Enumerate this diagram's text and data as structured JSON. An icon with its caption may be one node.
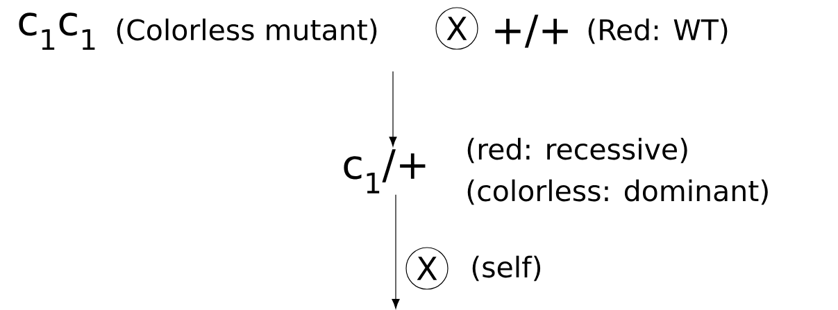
{
  "diagram": {
    "nodes": [
      {
        "text": [
          "c$_{1}$c$_{1}$"
        ],
        "beside": [
          "(Colorless mutant)"
        ]
      },
      {
        "text": [
          "X"
        ]
      },
      {
        "text": [
          "+/+"
        ],
        "beside": [
          "(Red: WT)"
        ]
      },
      {
        "text": [
          "c$_{1}$/+"
        ],
        "beside": [
          "(red: recessive)",
          "(colorless: dominant)"
        ]
      },
      {
        "text": [
          "X"
        ],
        "beside": [
          "(self)"
        ]
      }
    ],
    "edges": [
      {
        "from": null,
        "to": 3,
        "arrow": "to"
      },
      {
        "from": 3,
        "to": null,
        "arrow": "to"
      }
    ]
  }
}
